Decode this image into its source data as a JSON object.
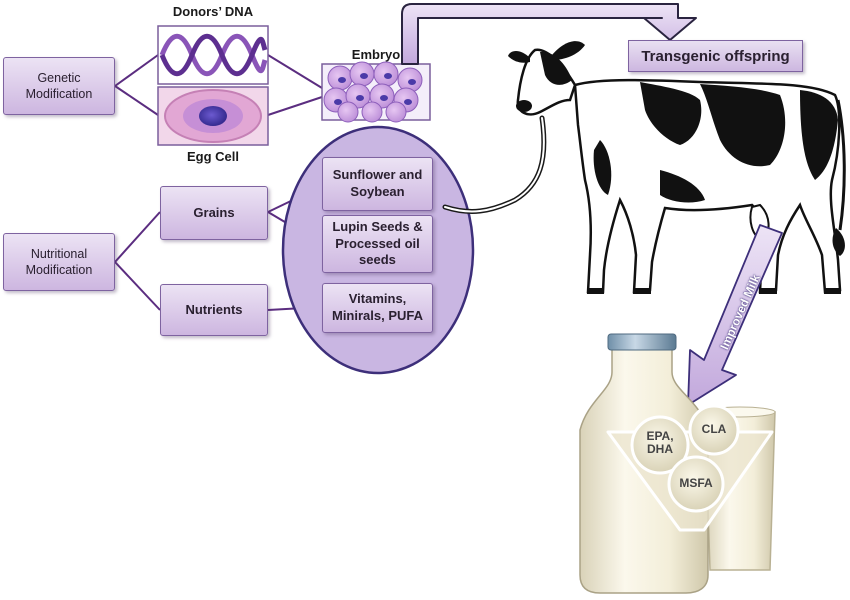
{
  "genetic": {
    "title": "Genetic\nModification",
    "donor_dna": "Donors’ DNA",
    "egg_cell": "Egg Cell",
    "embryo": "Embryo",
    "transgenic": "Transgenic offspring"
  },
  "nutritional": {
    "title": "Nutritional\nModification",
    "grains": "Grains",
    "nutrients": "Nutrients",
    "items": [
      "Sunflower and\nSoybean",
      "Lupin Seeds &\nProcessed oil\nseeds",
      "Vitamins,\nMinirals, PUFA"
    ]
  },
  "milk": {
    "arrow_label": "Improved Milk",
    "components": [
      "EPA,\nDHA",
      "CLA",
      "MSFA"
    ]
  },
  "colors": {
    "box_fill": "#d8c6e8",
    "box_border": "#7e63a0",
    "connector": "#5b2d80",
    "oval_fill": "#c9b6e2",
    "oval_border": "#3d2f7a",
    "cell": "#a66fd0",
    "nucleus": "#4a3aa8",
    "milk": "#f6f1df"
  }
}
